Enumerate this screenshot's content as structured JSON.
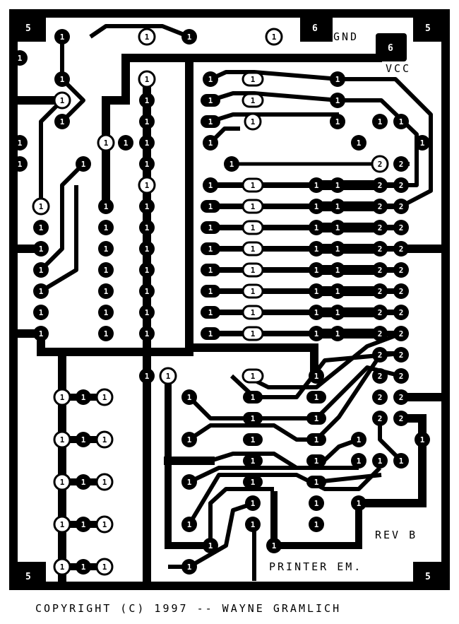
{
  "board": {
    "corner_labels": [
      "5",
      "6",
      "5",
      "5",
      "5"
    ],
    "vcc_pad_label": "6",
    "gnd_label": "GND",
    "vcc_label": "VCC",
    "rev_label": "REV B",
    "name_label": "PRINTER EM.",
    "copyright": "COPYRIGHT (C) 1997 -- WAYNE GRAMLICH"
  },
  "pad_labels": {
    "layer1": "1",
    "layer2": "2"
  },
  "colors": {
    "copper": "#000000",
    "background": "#ffffff"
  }
}
